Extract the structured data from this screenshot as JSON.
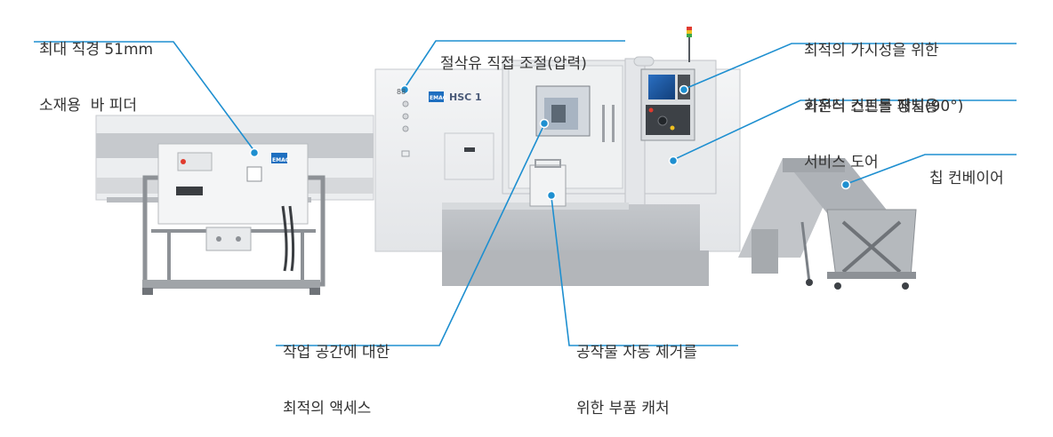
{
  "colors": {
    "accent": "#1e8fd0",
    "text": "#333333",
    "machine_light": "#eceef0",
    "machine_mid": "#c9ccd0",
    "machine_dark": "#9a9ea3"
  },
  "callouts": {
    "bar_feeder": {
      "line1": "최대 직경 51mm",
      "line2": "소재용  바 피더"
    },
    "coolant": {
      "line1": "절삭유 직접 조절(압력)"
    },
    "control_panel": {
      "line1": "최적의 가시성을 위한",
      "line2": "회전식 컨트롤 패널(90°)"
    },
    "service_door": {
      "line1": "카운터 스핀들 장치용",
      "line2": "서비스 도어"
    },
    "chip_conveyor": {
      "line1": "칩 컨베이어"
    },
    "work_area": {
      "line1": "작업 공간에 대한",
      "line2": "최적의 액세스"
    },
    "parts_catcher": {
      "line1": "공작물 자동 제거를",
      "line2": "위한 부품 캐처"
    }
  },
  "machine": {
    "brand": "EMAG",
    "model": "HSC 1",
    "feeder_brand": "EMAG",
    "panel_digits": "88"
  },
  "icons": [
    "indicator-dot-icon",
    "signal-tower-icon"
  ]
}
